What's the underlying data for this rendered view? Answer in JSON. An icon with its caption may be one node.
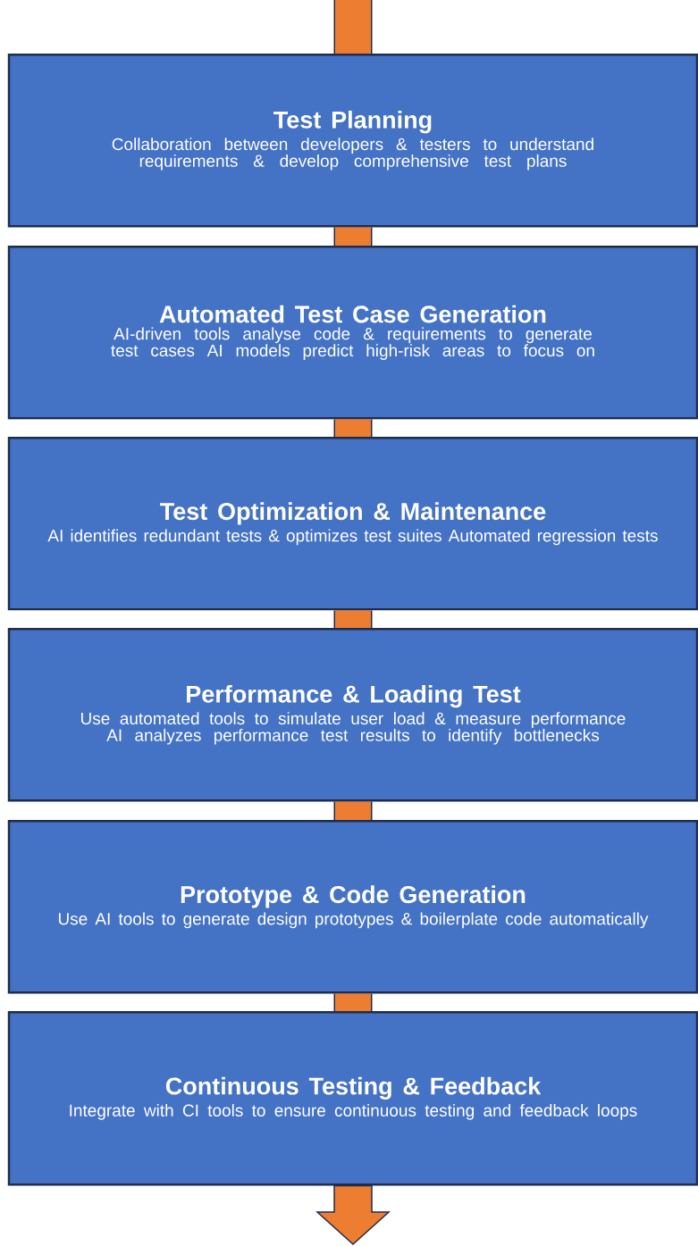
{
  "diagram": {
    "nodes": [
      {
        "text": [
          "Test Planning",
          "Collaboration between developers & testers to understand requirements & develop comprehensive test plans"
        ]
      },
      {
        "text": [
          "Automated Test Case Generation",
          "AI-driven tools analyse code & requirements to generate test cases AI models predict high-risk areas to focus on"
        ]
      },
      {
        "text": [
          "Test Optimization & Maintenance",
          "AI identifies redundant tests & optimizes test suites Automated regression tests"
        ]
      },
      {
        "text": [
          "Performance & Loading Test",
          "Use automated tools to simulate user load & measure performance AI analyzes performance test results to identify bottlenecks"
        ]
      },
      {
        "text": [
          "Prototype & Code Generation",
          "Use AI tools to generate design prototypes & boilerplate code automatically"
        ]
      },
      {
        "text": [
          "Continuous Testing & Feedback",
          "Integrate with CI tools to ensure continuous testing and feedback loops"
        ]
      }
    ],
    "edges": [
      {
        "from": null,
        "to": 0,
        "arrow": "none"
      },
      {
        "from": 0,
        "to": 1,
        "arrow": "none"
      },
      {
        "from": 1,
        "to": 2,
        "arrow": "none"
      },
      {
        "from": 2,
        "to": 3,
        "arrow": "none"
      },
      {
        "from": 3,
        "to": 4,
        "arrow": "none"
      },
      {
        "from": 4,
        "to": 5,
        "arrow": "none"
      },
      {
        "from": 5,
        "to": null,
        "arrow": "to"
      }
    ]
  }
}
